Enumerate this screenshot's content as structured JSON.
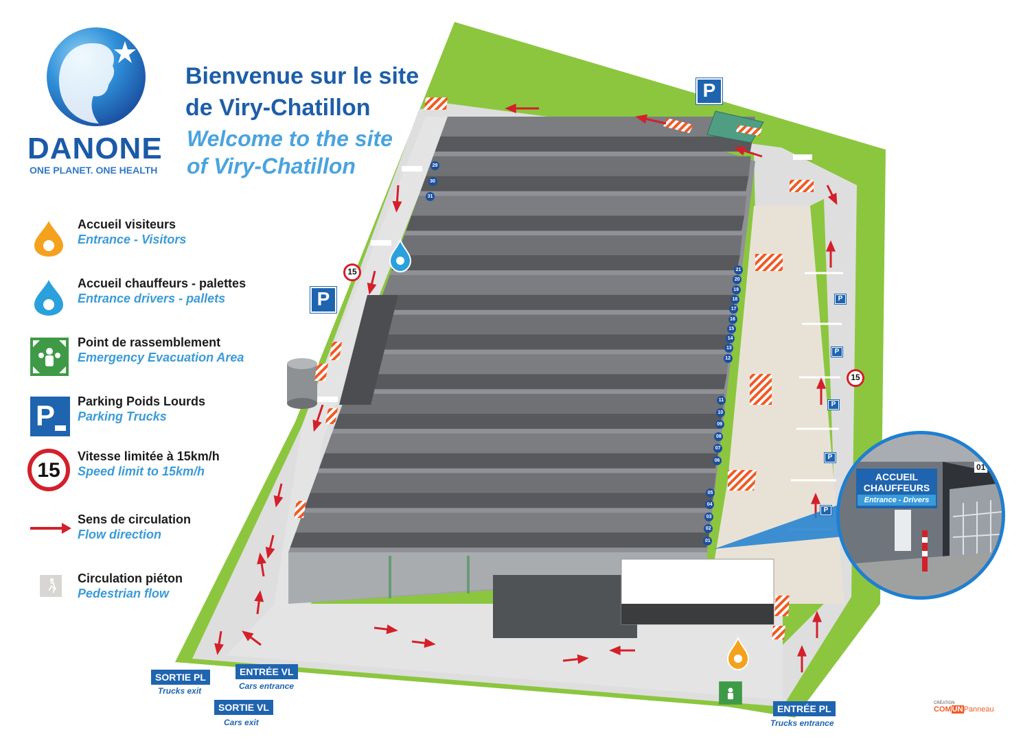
{
  "header": {
    "title_fr_line1": "Bienvenue sur le site",
    "title_fr_line2": "de Viry-Chatillon",
    "title_en_line1": "Welcome to the site",
    "title_en_line2": "of  Viry-Chatillon"
  },
  "logo": {
    "wordmark": "DANONE",
    "tagline": "ONE PLANET. ONE HEALTH"
  },
  "legend": [
    {
      "fr": "Accueil visiteurs",
      "en": "Entrance - Visitors",
      "icon": "orange-drop-icon"
    },
    {
      "fr": "Accueil chauffeurs - palettes",
      "en": "Entrance drivers - pallets",
      "icon": "blue-drop-icon"
    },
    {
      "fr": "Point de rassemblement",
      "en": "Emergency Evacuation Area",
      "icon": "assembly-point-icon"
    },
    {
      "fr": "Parking Poids Lourds",
      "en": "Parking Trucks",
      "icon": "truck-parking-icon"
    },
    {
      "fr": "Vitesse limitée à 15km/h",
      "en": "Speed limit to 15km/h",
      "icon": "speed-limit-icon",
      "speed_value": "15"
    },
    {
      "fr": "Sens de circulation",
      "en": "Flow direction",
      "icon": "red-arrow-icon"
    },
    {
      "fr": "Circulation piéton",
      "en": "Pedestrian flow",
      "icon": "pedestrian-icon"
    }
  ],
  "map": {
    "parking_sign": "P",
    "speed_sign": "15",
    "dock_numbers_right": [
      "21",
      "20",
      "19",
      "18",
      "17",
      "16",
      "15",
      "14",
      "13",
      "12"
    ],
    "dock_numbers_mid": [
      "11",
      "10",
      "09",
      "08",
      "07",
      "06"
    ],
    "dock_numbers_low": [
      "05",
      "04",
      "03",
      "02",
      "01"
    ],
    "dock_numbers_left": [
      "29",
      "30",
      "31"
    ],
    "entry_labels": {
      "sortie_pl": "SORTIE PL",
      "sortie_pl_en": "Trucks exit",
      "entree_vl": "ENTRÉE VL",
      "entree_vl_en": "Cars entrance",
      "sortie_vl": "SORTIE VL",
      "sortie_vl_en": "Cars exit",
      "entree_pl": "ENTRÉE PL",
      "entree_pl_en": "Trucks entrance"
    },
    "callout": {
      "title_line1": "ACCUEIL",
      "title_line2": "CHAUFFEURS",
      "subtitle": "Entrance - Drivers",
      "door_number": "01"
    },
    "credit": {
      "small": "CRÉATION",
      "brand_a": "COM",
      "brand_b": "UN",
      "brand_c": "Panneau"
    }
  },
  "colors": {
    "brand_blue": "#1d5ea8",
    "light_blue": "#4aa3df",
    "grass": "#8cc63f",
    "road": "#dcdcdc",
    "arrow_red": "#d3202a",
    "roof": "#8f9196",
    "hatch_orange": "#f05a24"
  }
}
